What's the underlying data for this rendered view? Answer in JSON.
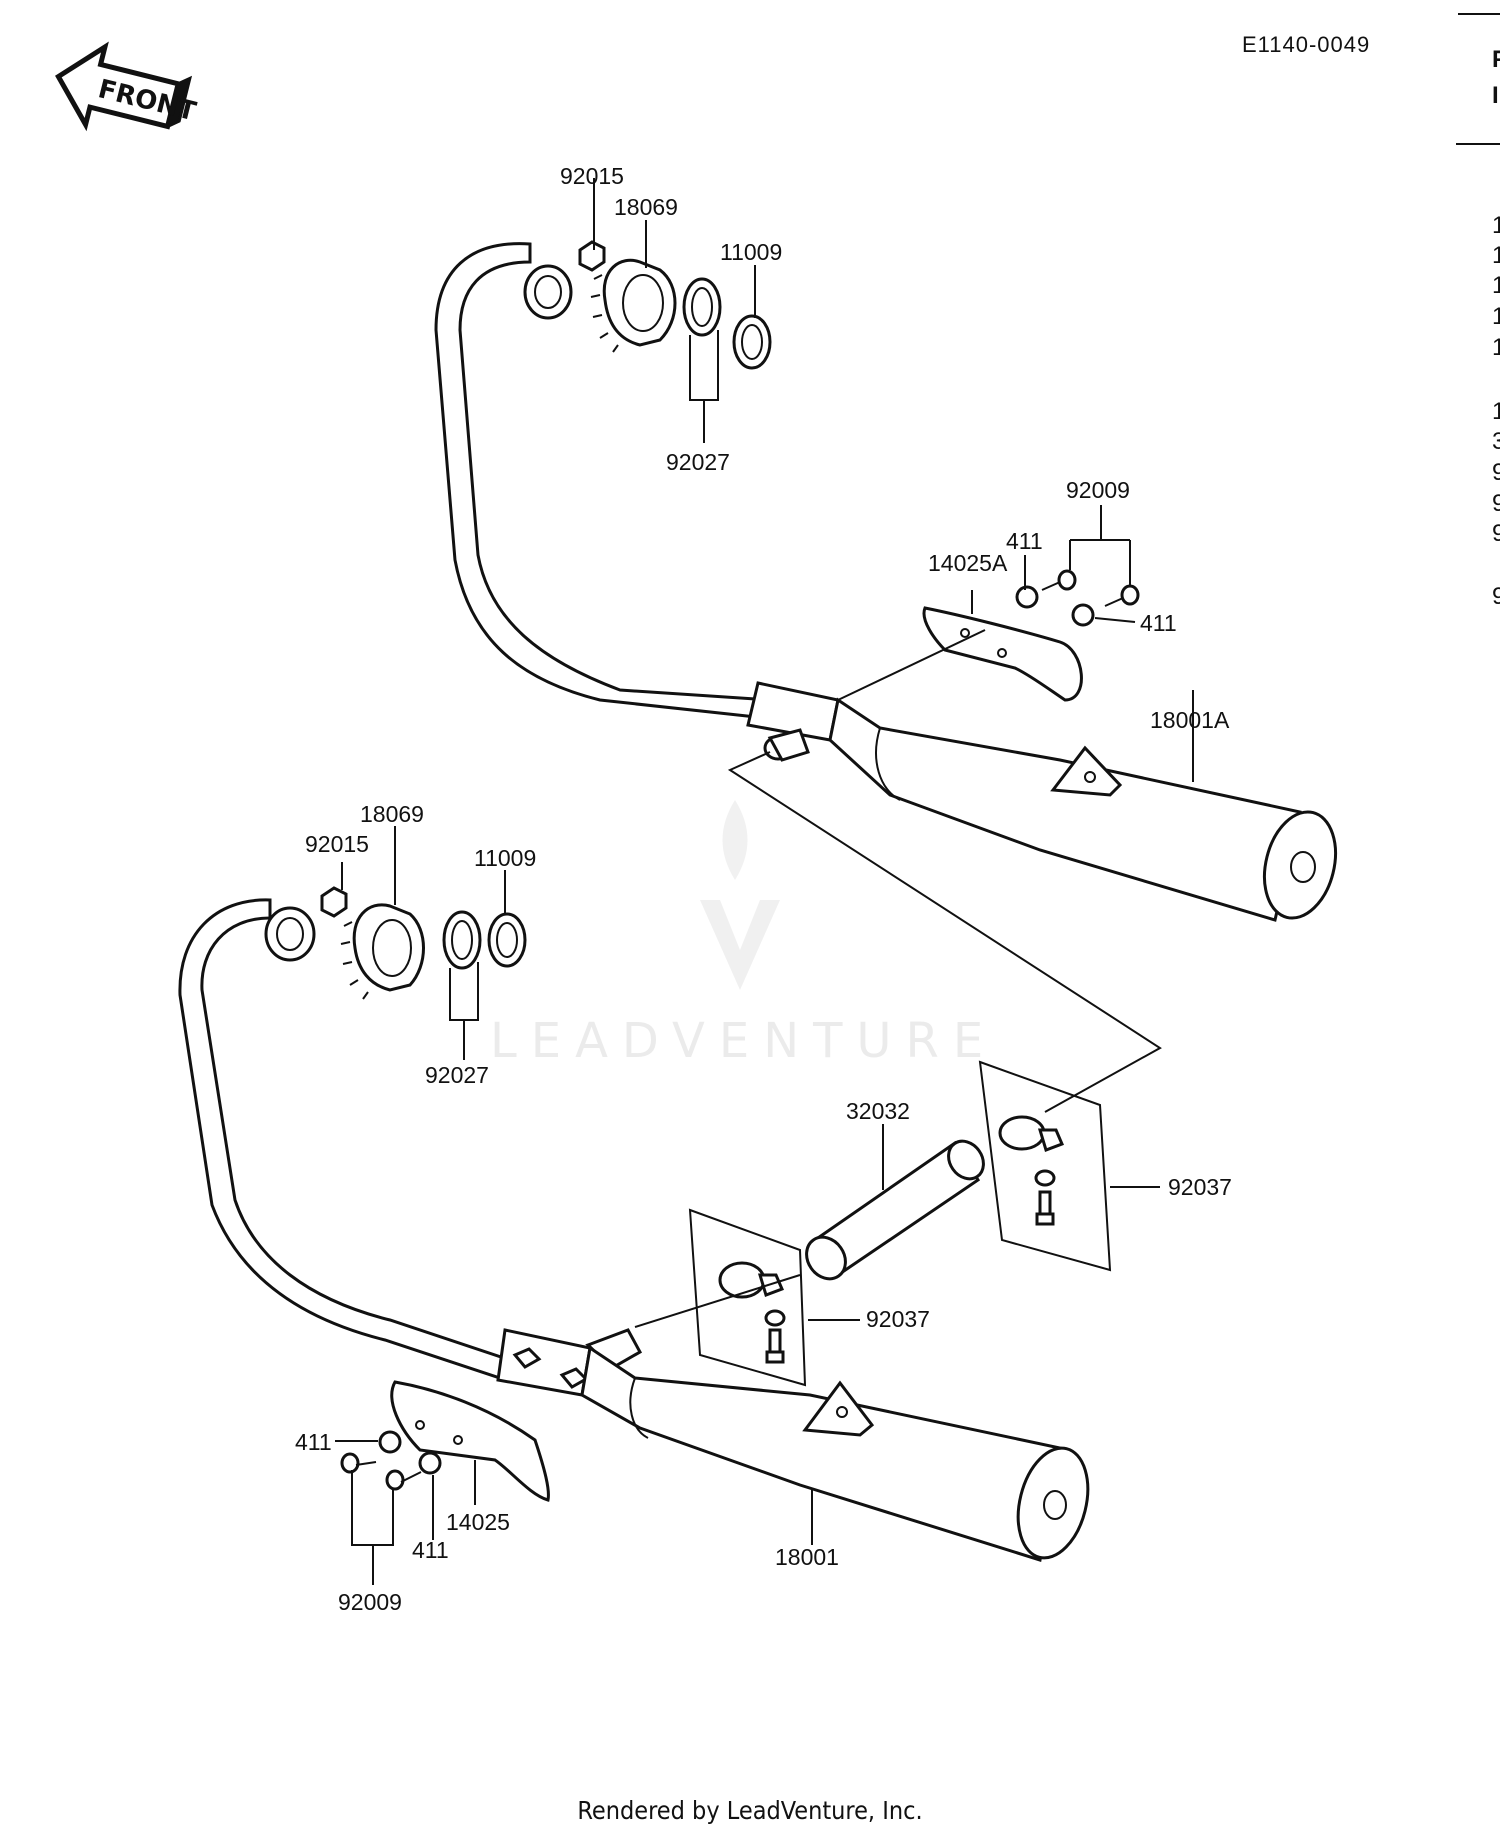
{
  "diagram_code": "E1140-0049",
  "front_arrow_label": "FRONT",
  "watermark": "LEADVENTURE",
  "footer": "Rendered by LeadVenture, Inc.",
  "right_fragments": {
    "header": [
      "F",
      "I"
    ],
    "list": [
      "1",
      "1",
      "1",
      "1",
      "1",
      "1",
      "3",
      "9",
      "9",
      "9",
      "9"
    ]
  },
  "callouts": {
    "top_92015": "92015",
    "top_18069": "18069",
    "top_11009": "11009",
    "top_92027": "92027",
    "top_92009": "92009",
    "top_411_a": "411",
    "top_411_b": "411",
    "top_14025A": "14025A",
    "top_18001A": "18001A",
    "bot_18069": "18069",
    "bot_92015": "92015",
    "bot_11009": "11009",
    "bot_92027": "92027",
    "bot_32032": "32032",
    "bot_92037_a": "92037",
    "bot_92037_b": "92037",
    "bot_411_a": "411",
    "bot_411_b": "411",
    "bot_14025": "14025",
    "bot_18001": "18001",
    "bot_92009": "92009"
  }
}
